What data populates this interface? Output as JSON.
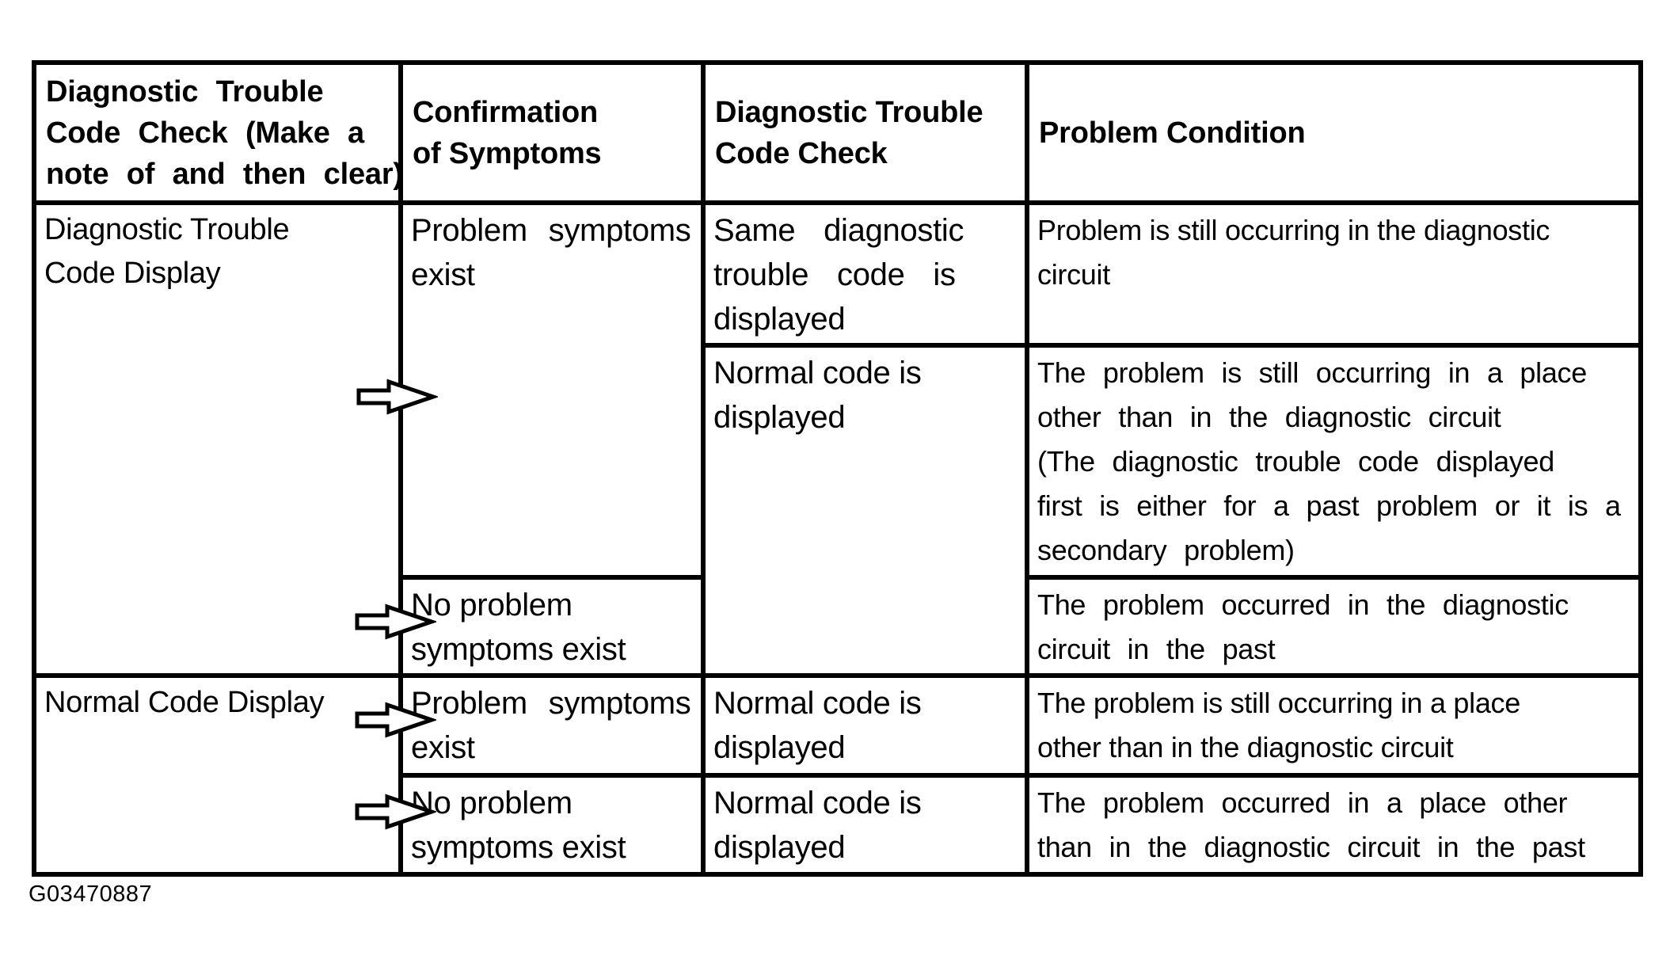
{
  "figure": {
    "id": "G03470887"
  },
  "colors": {
    "background": "#ffffff",
    "line": "#000000",
    "text": "#000000",
    "arrow_fill": "#ffffff"
  },
  "icons": {
    "row_pointer": "right-block-arrow"
  },
  "table": {
    "headers": {
      "dtc_check_clear": "Diagnostic Trouble\nCode Check (Make a\nnote of and then clear)",
      "confirmation": "Confirmation\nof Symptoms",
      "dtc_check": "Diagnostic Trouble\nCode Check",
      "problem_condition": "Problem Condition"
    },
    "cells": {
      "dtc_display": "Diagnostic Trouble\nCode Display",
      "normal_display": "Normal Code Display",
      "problem_symptoms_1": "Problem symptoms\nexist",
      "no_problem_symptoms_1": "No problem\nsymptoms exist",
      "problem_symptoms_2": "Problem symptoms\nexist",
      "no_problem_symptoms_2": "No problem\nsymptoms exist",
      "same_code_displayed": "Same diagnostic\ntrouble code is\ndisplayed",
      "normal_code_displayed_1": "Normal code is\ndisplayed",
      "normal_code_displayed_2": "Normal code is\ndisplayed",
      "normal_code_displayed_3": "Normal code is\ndisplayed",
      "condition_1": "Problem is still occurring in the diagnostic\ncircuit",
      "condition_2": "The problem is still occurring in a place\nother than in the diagnostic circuit\n(The diagnostic trouble code displayed\nfirst is either for a past problem or it is a\nsecondary problem)",
      "condition_3": "The problem occurred in the diagnostic\ncircuit in the past",
      "condition_4": "The problem is still occurring in a place\nother than in the diagnostic circuit",
      "condition_5": "The problem occurred in a place other\nthan in the diagnostic circuit in the past"
    }
  }
}
